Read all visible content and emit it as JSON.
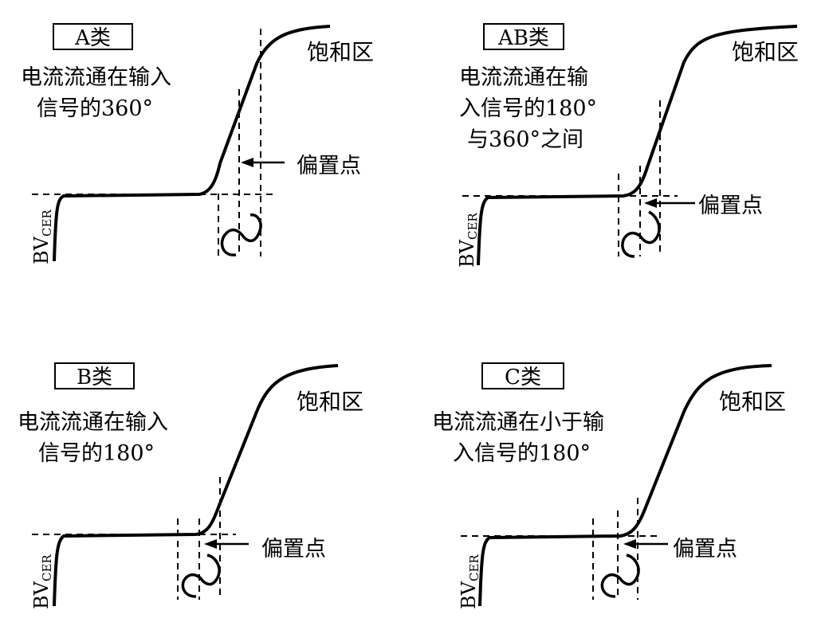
{
  "panels": [
    {
      "label": "A类",
      "desc": [
        "电流流通在输入",
        "信号的360°"
      ],
      "saturation": "饱和区",
      "bias": "偏置点",
      "bv_main": "BV",
      "bv_sub": "CER"
    },
    {
      "label": "AB类",
      "desc": [
        "电流流通在输",
        "入信号的180°",
        "与360°之间"
      ],
      "saturation": "饱和区",
      "bias": "偏置点",
      "bv_main": "BV",
      "bv_sub": "CER"
    },
    {
      "label": "B类",
      "desc": [
        "电流流通在输入",
        "信号的180°"
      ],
      "saturation": "饱和区",
      "bias": "偏置点",
      "bv_main": "BV",
      "bv_sub": "CER"
    },
    {
      "label": "C类",
      "desc": [
        "电流流通在小于输",
        "入信号的180°"
      ],
      "saturation": "饱和区",
      "bias": "偏置点",
      "bv_main": "BV",
      "bv_sub": "CER"
    }
  ],
  "colors": {
    "stroke": "#000000",
    "background": "#ffffff"
  }
}
